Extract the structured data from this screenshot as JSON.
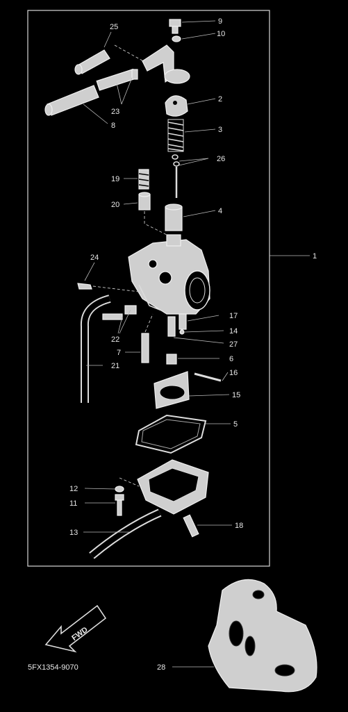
{
  "diagram": {
    "part_number_code": "5FX1354-9070",
    "fwd_label": "FWD",
    "callouts": [
      {
        "id": "c9",
        "num": "9"
      },
      {
        "id": "c10",
        "num": "10"
      },
      {
        "id": "c25",
        "num": "25"
      },
      {
        "id": "c2",
        "num": "2"
      },
      {
        "id": "c23",
        "num": "23"
      },
      {
        "id": "c8",
        "num": "8"
      },
      {
        "id": "c3",
        "num": "3"
      },
      {
        "id": "c26",
        "num": "26"
      },
      {
        "id": "c19",
        "num": "19"
      },
      {
        "id": "c20",
        "num": "20"
      },
      {
        "id": "c4",
        "num": "4"
      },
      {
        "id": "c1",
        "num": "1"
      },
      {
        "id": "c24",
        "num": "24"
      },
      {
        "id": "c17",
        "num": "17"
      },
      {
        "id": "c14",
        "num": "14"
      },
      {
        "id": "c22",
        "num": "22"
      },
      {
        "id": "c27",
        "num": "27"
      },
      {
        "id": "c7",
        "num": "7"
      },
      {
        "id": "c6",
        "num": "6"
      },
      {
        "id": "c21",
        "num": "21"
      },
      {
        "id": "c16",
        "num": "16"
      },
      {
        "id": "c15",
        "num": "15"
      },
      {
        "id": "c5",
        "num": "5"
      },
      {
        "id": "c12",
        "num": "12"
      },
      {
        "id": "c11",
        "num": "11"
      },
      {
        "id": "c13",
        "num": "13"
      },
      {
        "id": "c18",
        "num": "18"
      },
      {
        "id": "c28",
        "num": "28"
      }
    ]
  }
}
